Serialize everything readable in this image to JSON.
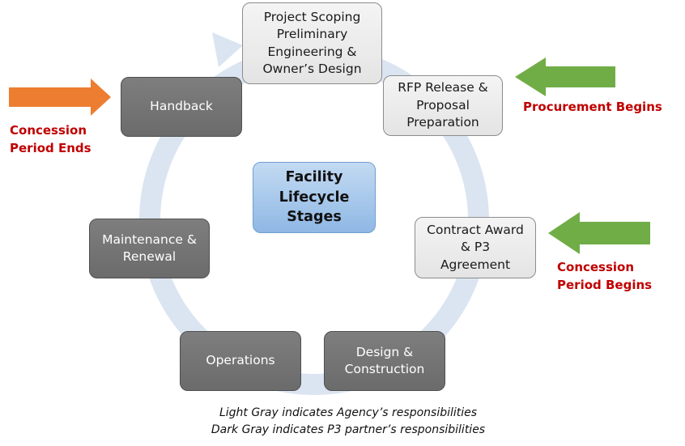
{
  "center": {
    "title": "Facility\nLifecycle\nStages"
  },
  "stages": [
    {
      "id": "project-scoping",
      "label": "Project Scoping\nPreliminary\nEngineering &\nOwner’s Design",
      "shade": "light",
      "responsibility": "Agency"
    },
    {
      "id": "rfp-release",
      "label": "RFP Release &\nProposal\nPreparation",
      "shade": "light",
      "responsibility": "Agency"
    },
    {
      "id": "contract-award",
      "label": "Contract Award\n& P3\nAgreement",
      "shade": "light",
      "responsibility": "Agency"
    },
    {
      "id": "design-construction",
      "label": "Design &\nConstruction",
      "shade": "dark",
      "responsibility": "P3 partner"
    },
    {
      "id": "operations",
      "label": "Operations",
      "shade": "dark",
      "responsibility": "P3 partner"
    },
    {
      "id": "maintenance-renewal",
      "label": "Maintenance &\nRenewal",
      "shade": "dark",
      "responsibility": "P3 partner"
    },
    {
      "id": "handback",
      "label": "Handback",
      "shade": "dark",
      "responsibility": "P3 partner"
    }
  ],
  "callouts": {
    "procurement_begins": "Procurement Begins",
    "concession_begins": "Concession\nPeriod Begins",
    "concession_ends": "Concession\nPeriod Ends"
  },
  "legend": {
    "light": "Light Gray indicates Agency’s responsibilities",
    "dark": "Dark Gray indicates P3 partner’s responsibilities"
  },
  "colors": {
    "light_box": "#e8e8e8",
    "dark_box": "#727272",
    "center_box": "#a9c9ea",
    "cycle_arrow": "#dbe5f1",
    "green_arrow": "#70ad47",
    "orange_arrow": "#ed7d31",
    "callout_text": "#c00000"
  },
  "arrows": {
    "procurement_arrow": "arrow-left",
    "concession_begins_arrow": "arrow-left",
    "concession_ends_arrow": "arrow-right",
    "cycle": "clockwise-circular-arrow"
  }
}
